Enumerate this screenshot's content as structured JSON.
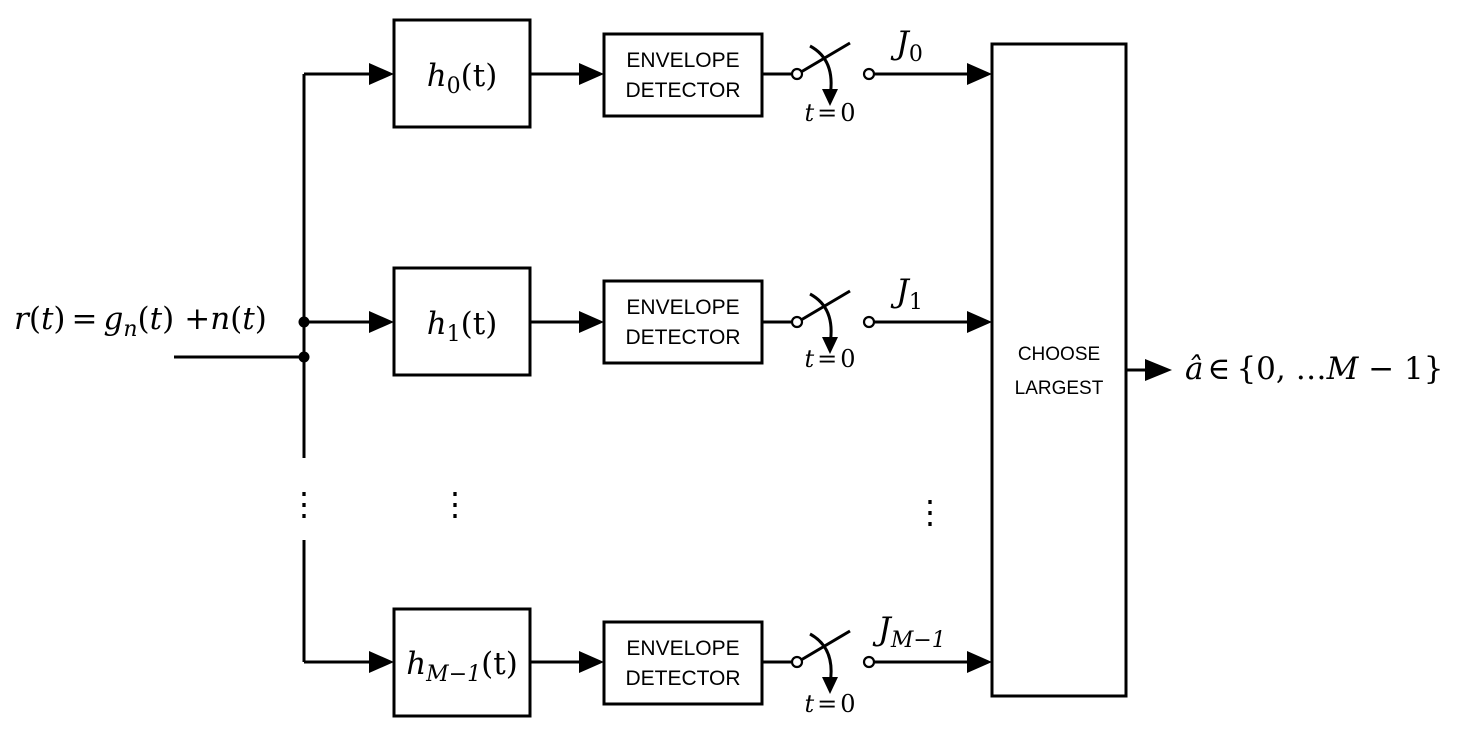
{
  "input": {
    "r": "r",
    "lp1": "(",
    "t": "t",
    "rp1": ")",
    "eq": "=",
    "g": "g",
    "g_sub": "n",
    "lp2": "(",
    "t2": "t",
    "rp2": ")",
    "plus": "+",
    "n": "n",
    "lp3": "(",
    "t3": "t",
    "rp3": ")"
  },
  "rows": [
    {
      "filter": {
        "h": "h",
        "sub": "0",
        "arg": "(t)"
      },
      "detector": {
        "line1": "ENVELOPE",
        "line2": "DETECTOR"
      },
      "switch": {
        "t": "t",
        "eq": "=",
        "zero": "0"
      },
      "output": {
        "J": "J",
        "sub": "0"
      }
    },
    {
      "filter": {
        "h": "h",
        "sub": "1",
        "arg": "(t)"
      },
      "detector": {
        "line1": "ENVELOPE",
        "line2": "DETECTOR"
      },
      "switch": {
        "t": "t",
        "eq": "=",
        "zero": "0"
      },
      "output": {
        "J": "J",
        "sub": "1"
      }
    },
    {
      "filter": {
        "h": "h",
        "sub": "M−1",
        "arg": "(t)"
      },
      "detector": {
        "line1": "ENVELOPE",
        "line2": "DETECTOR"
      },
      "switch": {
        "t": "t",
        "eq": "=",
        "zero": "0"
      },
      "output": {
        "J": "J",
        "sub": "M−1"
      }
    }
  ],
  "ellipsis": "⋮",
  "chooser": {
    "line1": "CHOOSE",
    "line2": "LARGEST"
  },
  "result": {
    "a_hat": "â",
    "in": "∈",
    "set_open": "{0, …",
    "M": "M",
    "set_close": " − 1}"
  }
}
